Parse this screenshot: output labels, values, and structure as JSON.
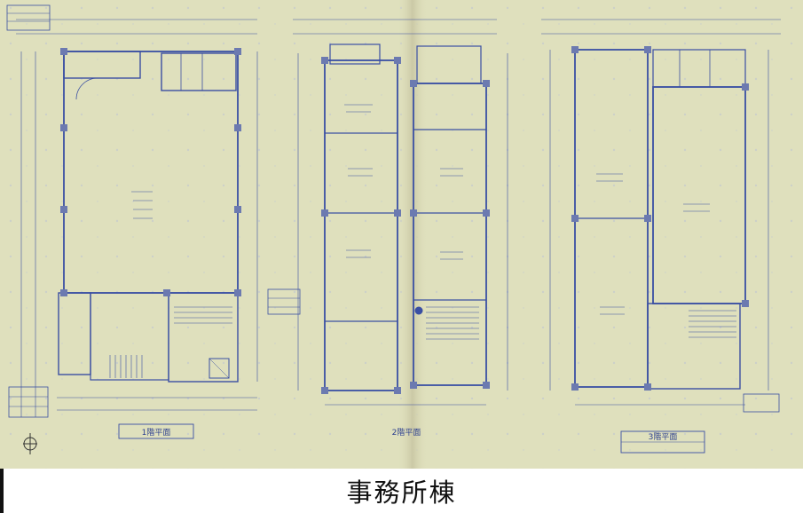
{
  "caption": "事務所棟",
  "plans": [
    {
      "id": "1f",
      "title": "1階平面"
    },
    {
      "id": "2f",
      "title": "2階平面"
    },
    {
      "id": "3f",
      "title": "3階平面"
    }
  ],
  "colors": {
    "paper": "#dfe0bd",
    "ink": "#3a4fa3",
    "caption_text": "#111111"
  },
  "icons": {
    "north_arrow": "north-arrow-icon"
  }
}
